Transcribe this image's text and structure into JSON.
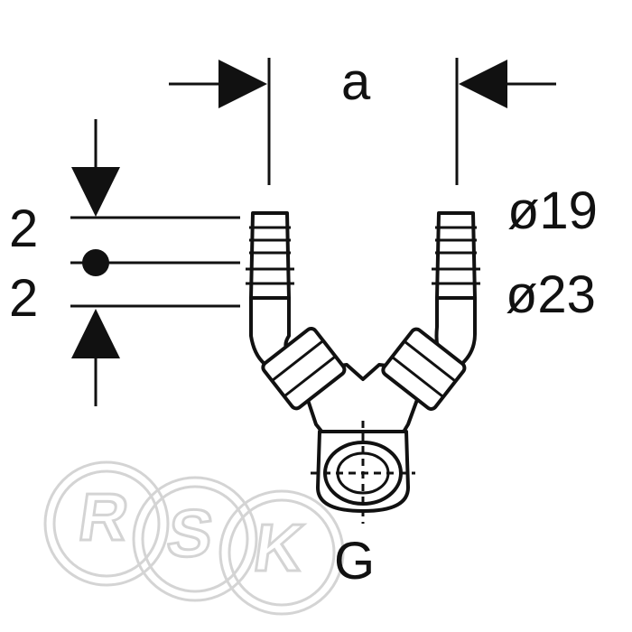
{
  "labels": {
    "width_a": "a",
    "diameter_small": "ø19",
    "diameter_large": "ø23",
    "offset_upper": "2",
    "offset_lower": "2",
    "thread": "G"
  },
  "watermark": {
    "letters": [
      "R",
      "S",
      "K"
    ]
  },
  "colors": {
    "line": "#111111",
    "background": "#ffffff",
    "watermark": "#d4d4d4"
  }
}
